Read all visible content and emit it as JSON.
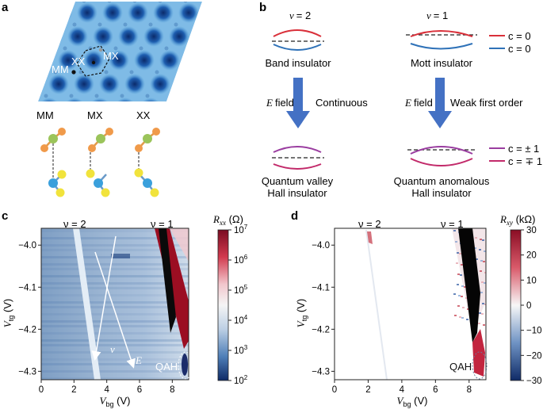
{
  "panel_a": {
    "letter": "a",
    "site_labels": [
      "MM",
      "XX",
      "MX"
    ],
    "stack_labels": [
      "MM",
      "MX",
      "XX"
    ]
  },
  "panel_b": {
    "letter": "b",
    "fillings": [
      {
        "symbol": "ν",
        "value": "= 2"
      },
      {
        "symbol": "ν",
        "value": "= 1"
      }
    ],
    "top_states": [
      "Band insulator",
      "Mott insulator"
    ],
    "field_symbol": "E",
    "field_word": "field",
    "transitions": [
      "Continuous",
      "Weak first order"
    ],
    "bottom_states": [
      [
        "Quantum valley",
        "Hall insulator"
      ],
      [
        "Quantum anomalous",
        "Hall insulator"
      ]
    ],
    "legend_top": [
      {
        "label": "c = 0",
        "color": "#d9303a"
      },
      {
        "label": "c = 0",
        "color": "#2f72b8"
      }
    ],
    "legend_bottom": [
      {
        "label": "c = ± 1",
        "color": "#9a3da0"
      },
      {
        "label": "c = ∓ 1",
        "color": "#c22a6a"
      }
    ]
  },
  "chart_data": [
    {
      "panel": "c",
      "type": "heatmap",
      "fillings": [
        "ν = 2",
        "ν = 1"
      ],
      "xlabel": "V_bg (V)",
      "ylabel": "V_tg (V)",
      "xlim": [
        0,
        9
      ],
      "ylim": [
        -4.32,
        -3.96
      ],
      "xticks": [
        "0",
        "2",
        "4",
        "6",
        "8"
      ],
      "yticks": [
        "-4.0",
        "-4.1",
        "-4.2",
        "-4.3"
      ],
      "colorbar": {
        "label": "R_xx (Ω)",
        "scale": "log",
        "ticks": [
          "10^7",
          "10^6",
          "10^5",
          "10^4",
          "10^3",
          "10^2"
        ],
        "range": [
          100,
          10000000
        ]
      },
      "annotations": [
        "ν",
        "E",
        "QAH"
      ]
    },
    {
      "panel": "d",
      "type": "heatmap",
      "fillings": [
        "ν = 2",
        "ν = 1"
      ],
      "xlabel": "V_bg (V)",
      "ylabel": "V_tg (V)",
      "xlim": [
        0,
        9
      ],
      "ylim": [
        -4.32,
        -3.96
      ],
      "xticks": [
        "0",
        "2",
        "4",
        "6",
        "8"
      ],
      "yticks": [
        "-4.0",
        "-4.1",
        "-4.2",
        "-4.3"
      ],
      "colorbar": {
        "label": "R_xy (kΩ)",
        "scale": "linear",
        "ticks": [
          "30",
          "20",
          "10",
          "0",
          "-10",
          "-20",
          "-30"
        ],
        "range": [
          -30,
          30
        ]
      },
      "annotations": [
        "QAH"
      ]
    }
  ]
}
